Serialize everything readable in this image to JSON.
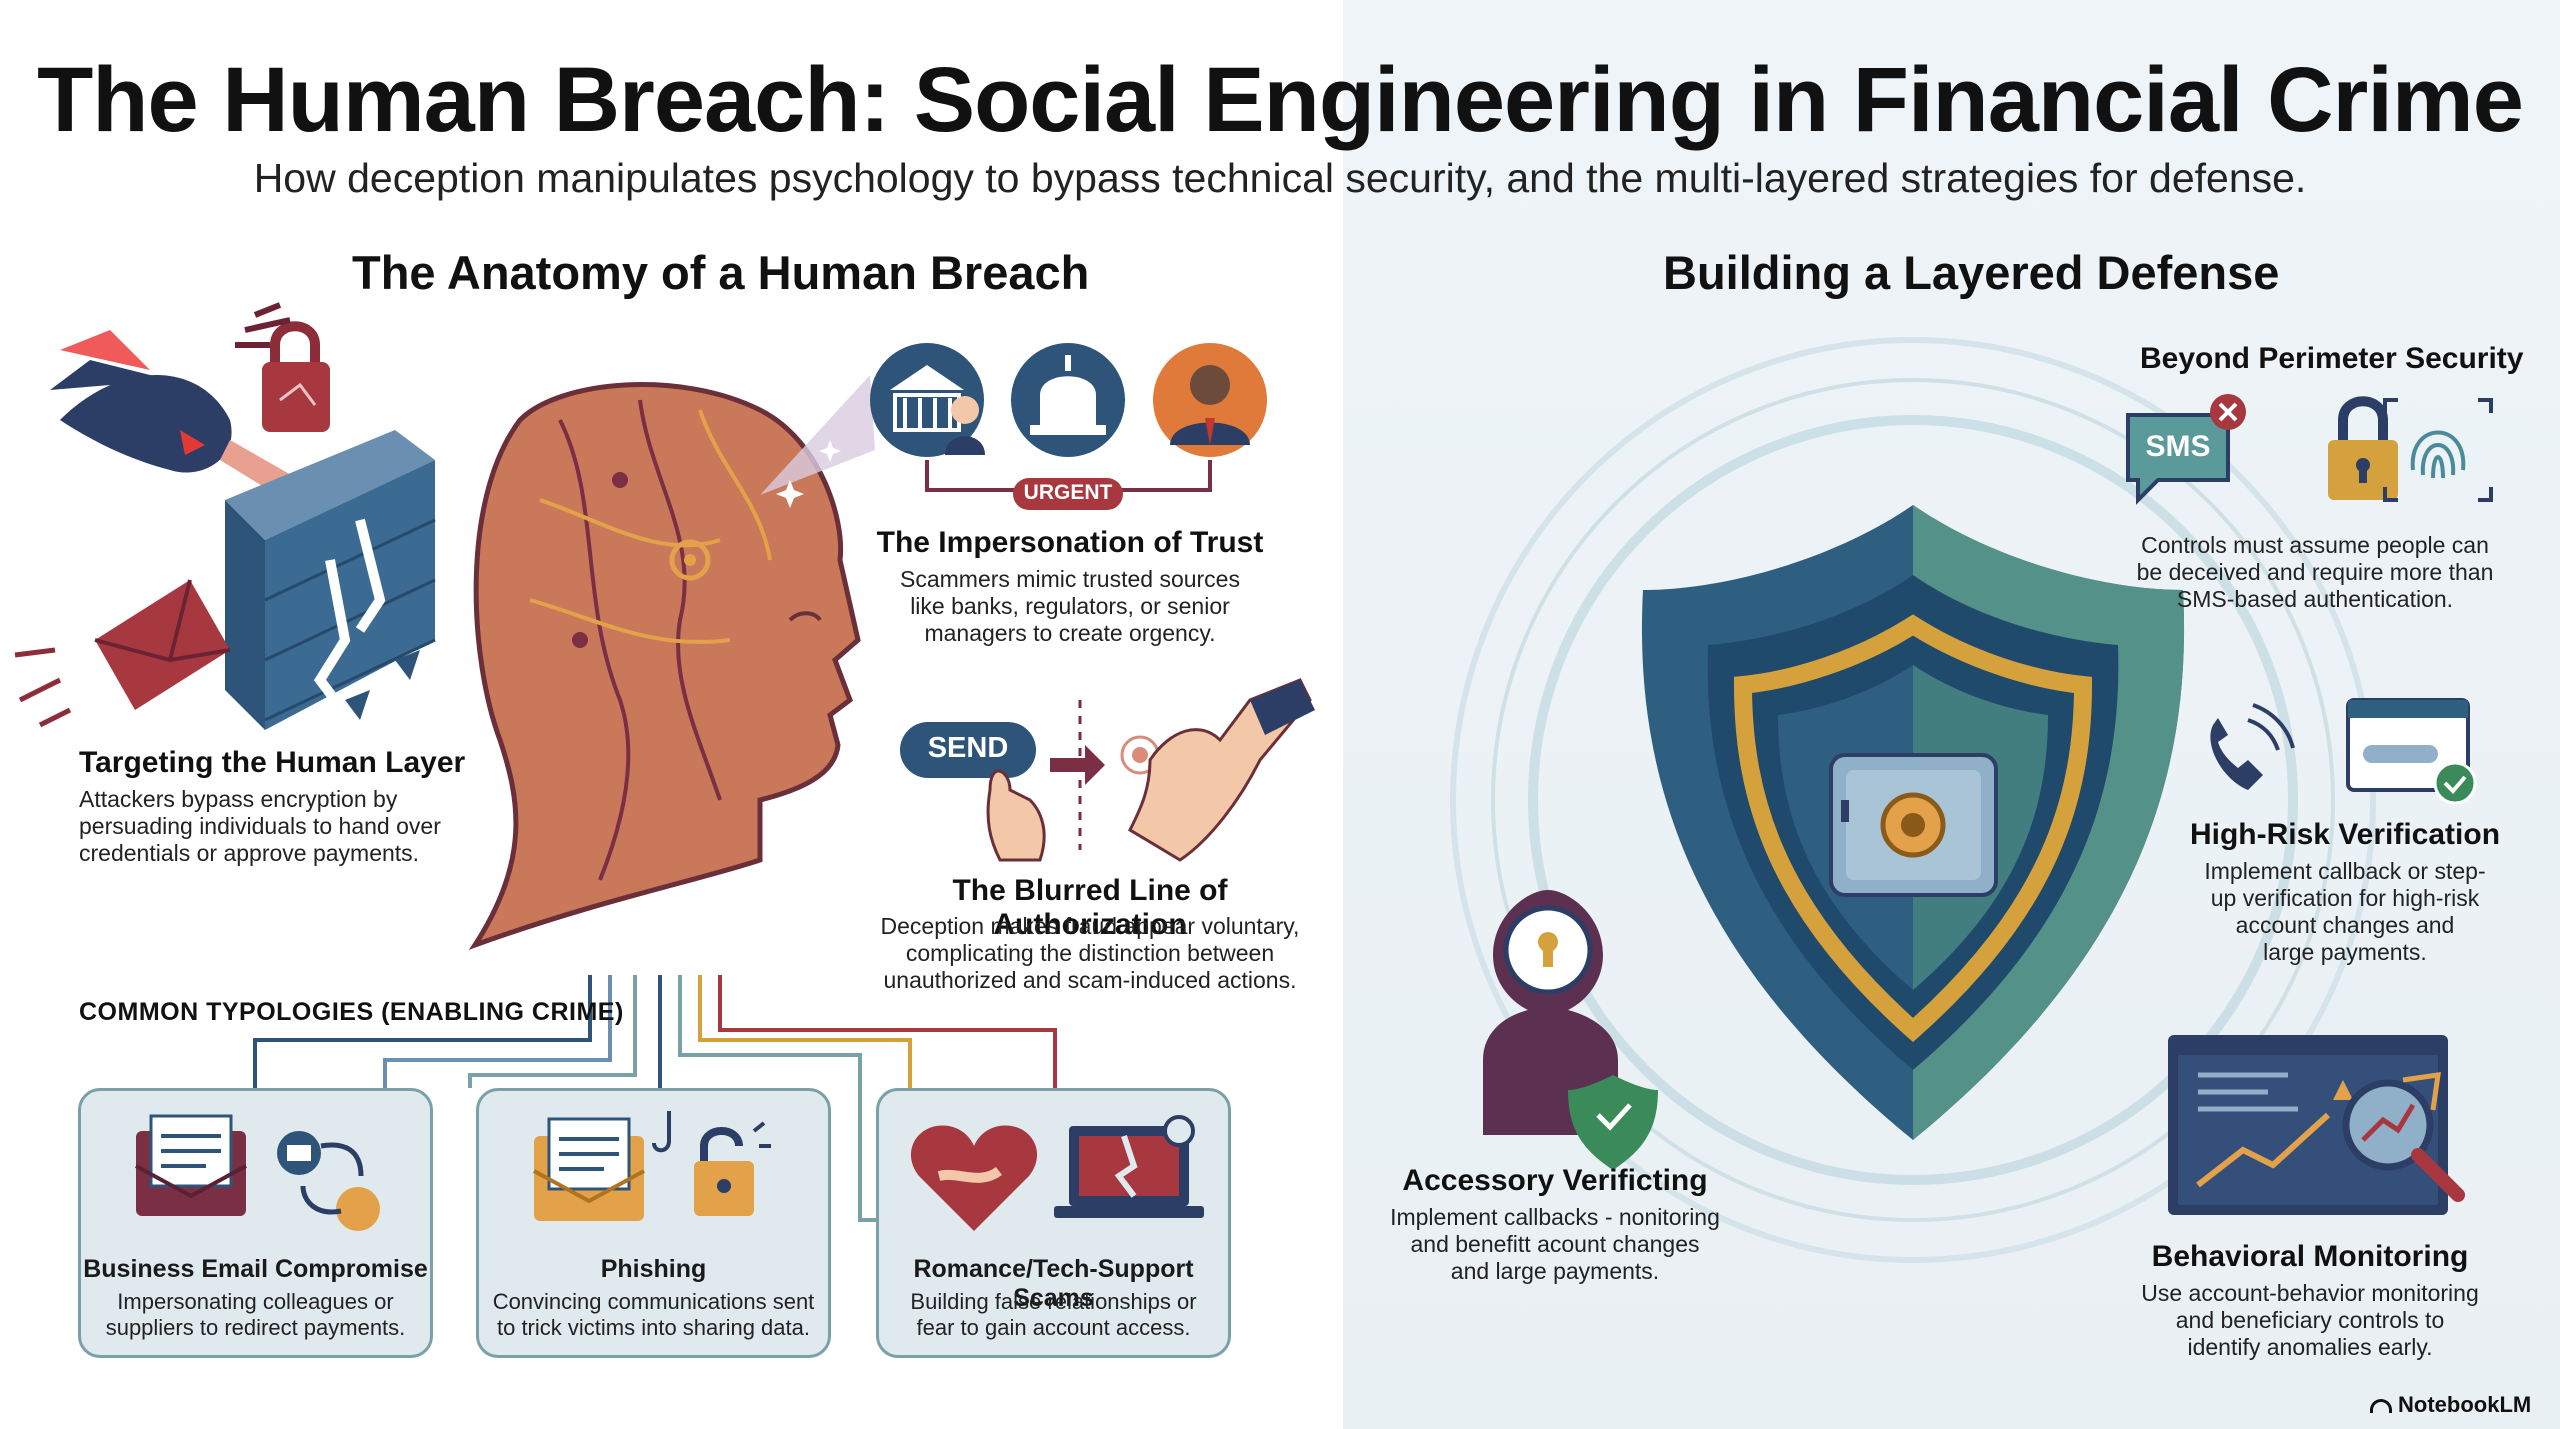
{
  "header": {
    "title": "The Human Breach: Social Engineering in Financial Crime",
    "subtitle": "How deception manipulates psychology to bypass technical security, and the multi-layered strategies for defense."
  },
  "left": {
    "heading": "The Anatomy of a Human Breach",
    "targeting": {
      "title": "Targeting the Human Layer",
      "text": [
        "Attackers bypass encryption by",
        "persuading individuals to hand over",
        "credentials or approve payments."
      ]
    },
    "impersonation": {
      "badge": "URGENT",
      "title": "The Impersonation of Trust",
      "text": [
        "Scammers mimic trusted sources",
        "like banks, regulators, or senior",
        "managers to create orgency."
      ]
    },
    "authorization": {
      "send_label": "SEND",
      "title": "The Blurred Line of Authorization",
      "text": [
        "Deception makes fraud appear voluntary,",
        "complicating the distinction between",
        "unauthorized and scam-induced actions."
      ]
    },
    "typologies_label": "COMMON TYPOLOGIES (ENABLING CRIME)",
    "cards": [
      {
        "title": "Business Email Compromise",
        "text": [
          "Impersonating colleagues or",
          "suppliers to redirect payments."
        ]
      },
      {
        "title": "Phishing",
        "text": [
          "Convincing communications sent",
          "to trick victims into sharing data."
        ]
      },
      {
        "title": "Romance/Tech-Support Scams",
        "text": [
          "Building false relationships or",
          "fear to gain account access."
        ]
      }
    ]
  },
  "right": {
    "heading": "Building a Layered Defense",
    "perimeter": {
      "title": "Beyond Perimeter Security",
      "sms_label": "SMS",
      "text": [
        "Controls must assume people can",
        "be deceived and require more than",
        "SMS-based authentication."
      ]
    },
    "high_risk": {
      "title": "High-Risk Verification",
      "text": [
        "Implement callback or step-",
        "up verification for high-risk",
        "account changes and",
        "large payments."
      ]
    },
    "accessory": {
      "title": "Accessory Verificting",
      "text": [
        "Implement callbacks - nonitoring",
        "and benefitt acount changes",
        "and large payments."
      ]
    },
    "behavioral": {
      "title": "Behavioral Monitoring",
      "text": [
        "Use account-behavior monitoring",
        "and beneficiary controls to",
        "identify anomalies early."
      ]
    }
  },
  "footer": {
    "brand": "NotebookLM"
  },
  "colors": {
    "teal_border": "#7aa0a8",
    "card_fill": "#dfe9ee",
    "shield_blue": "#2f5f80",
    "gold": "#d4a13c",
    "urgent_red": "#a8383f",
    "maroon": "#7a2f45"
  }
}
